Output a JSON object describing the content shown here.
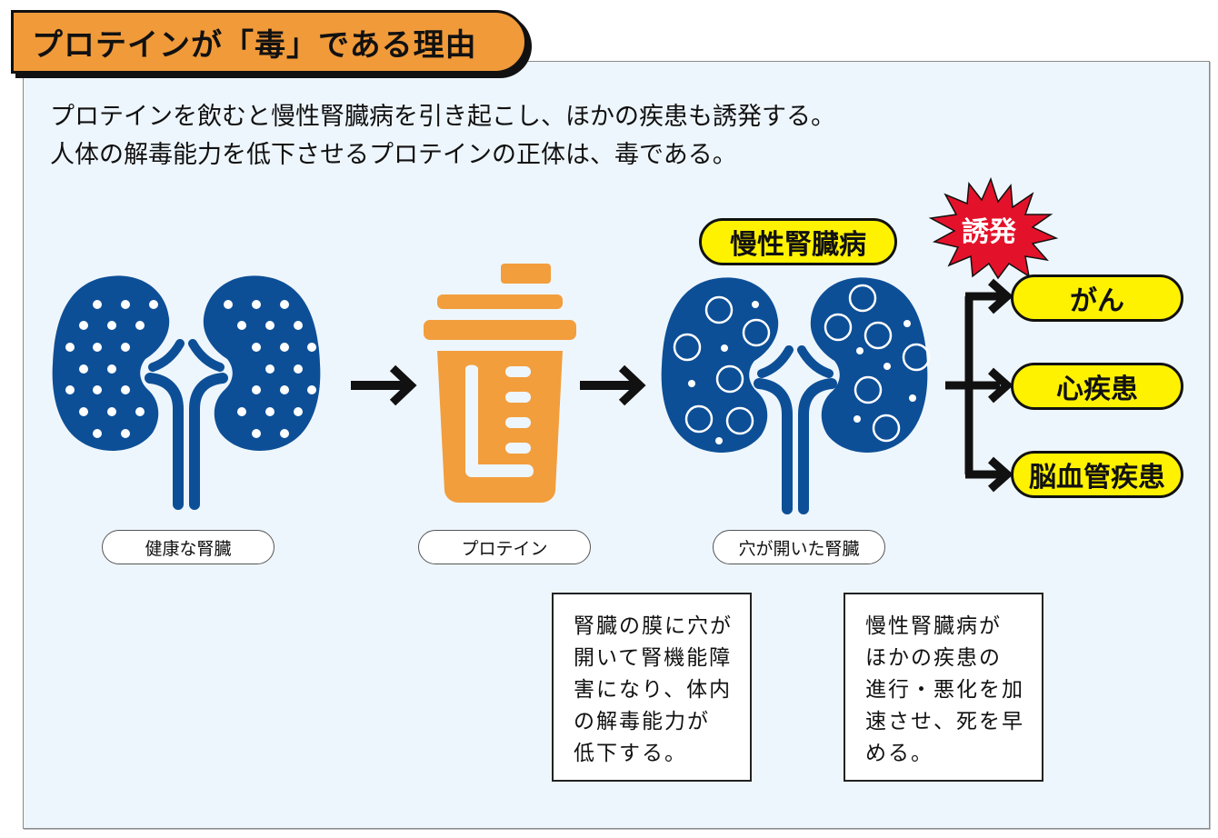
{
  "title": "プロテインが「毒」である理由",
  "intro": [
    "プロテインを飲むと慢性腎臓病を引き起こし、ほかの疾患も誘発する。",
    "人体の解毒能力を低下させるプロテインの正体は、毒である。"
  ],
  "stages": [
    {
      "label": "健康な腎臓",
      "icon": "healthy-kidneys-icon"
    },
    {
      "label": "プロテイン",
      "icon": "protein-shaker-icon"
    },
    {
      "label": "穴が開いた腎臓",
      "icon": "damaged-kidneys-icon"
    }
  ],
  "disease_badge": "慢性腎臓病",
  "burst_label": "誘発",
  "outcomes": [
    "がん",
    "心疾患",
    "脳血管疾患"
  ],
  "notes": [
    {
      "lines": [
        "腎臓の膜に穴が",
        "開いて腎機能障",
        "害になり、体内",
        "の解毒能力が",
        "低下する。"
      ]
    },
    {
      "lines": [
        "慢性腎臓病が",
        "ほかの疾患の",
        "進行・悪化を加",
        "速させ、死を早",
        "める。"
      ]
    }
  ],
  "colors": {
    "header_orange": "#f09a3a",
    "kidney_blue": "#0d4f97",
    "shaker_orange": "#f29e3d",
    "badge_yellow": "#fff200",
    "burst_red": "#e3122a",
    "panel_bg": "#eef6fd"
  }
}
